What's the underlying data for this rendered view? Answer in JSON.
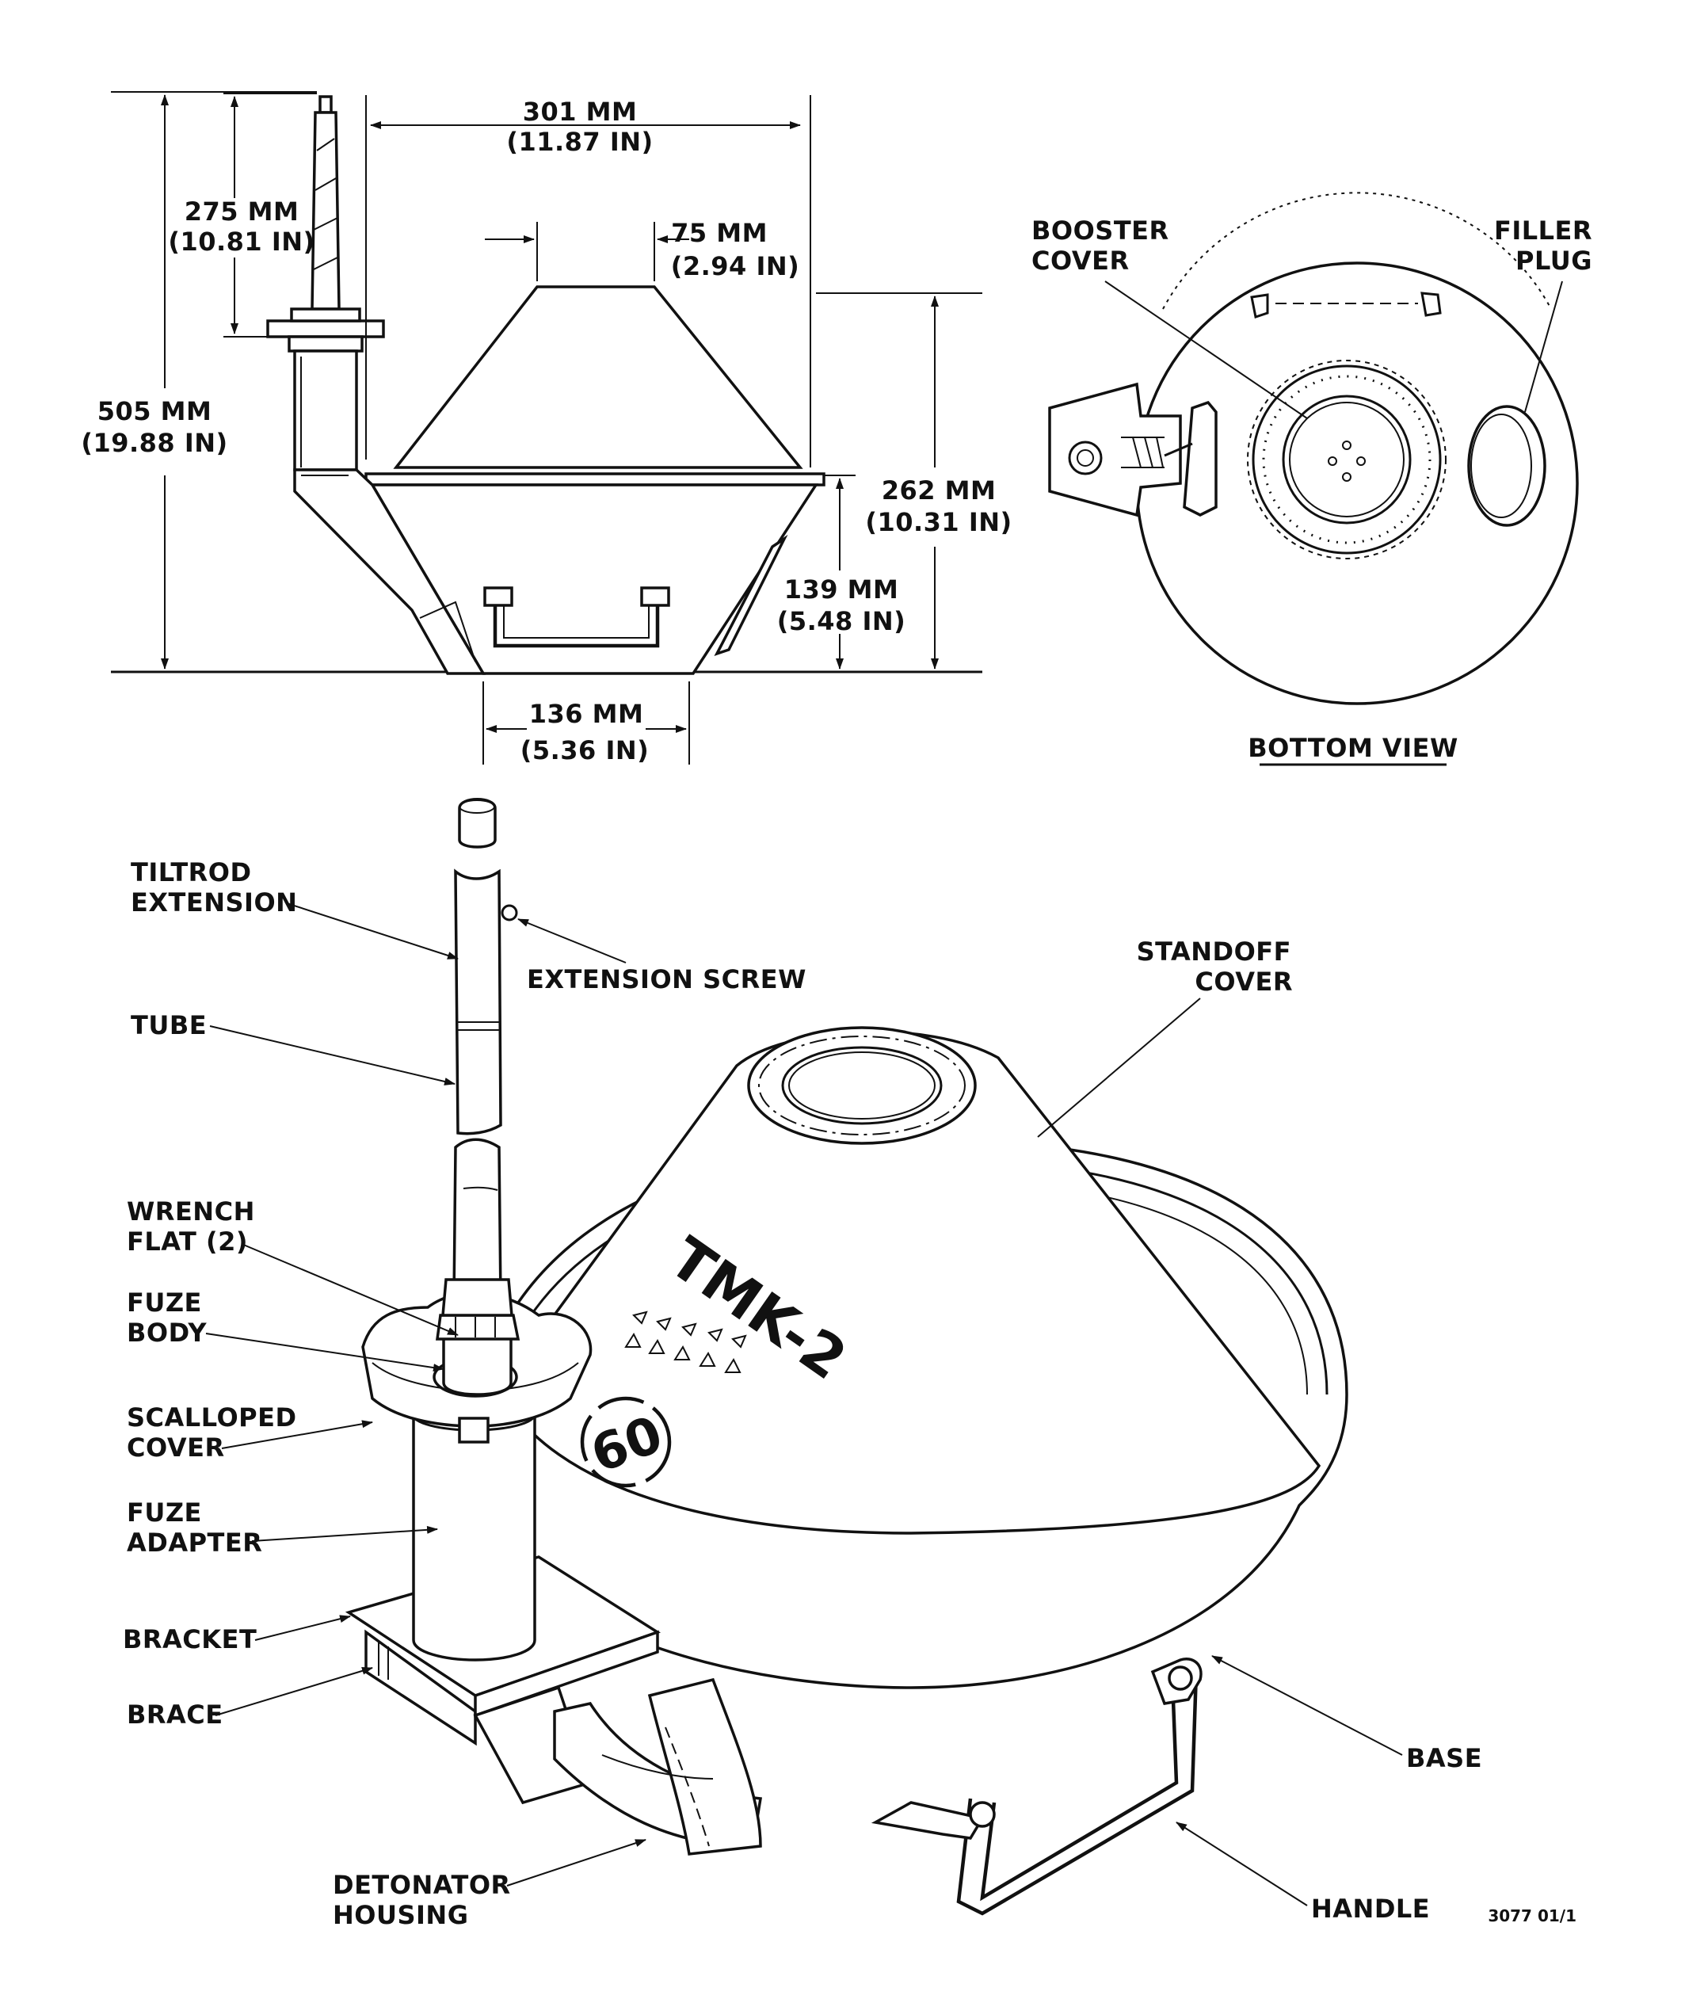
{
  "side_view": {
    "dim_overall_width": {
      "mm": "301 MM",
      "in": "(11.87 IN)"
    },
    "dim_tiltrod": {
      "mm": "275 MM",
      "in": "(10.81 IN)"
    },
    "dim_cone_top": {
      "mm": "75 MM",
      "in": "(2.94  IN)"
    },
    "dim_overall_height": {
      "mm": "505 MM",
      "in": "(19.88 IN)"
    },
    "dim_body_height": {
      "mm": "262 MM",
      "in": "(10.31 IN)"
    },
    "dim_base_height": {
      "mm": "139 MM",
      "in": "(5.48 IN)"
    },
    "dim_base_width": {
      "mm": "136 MM",
      "in": "(5.36 IN)"
    }
  },
  "bottom_view": {
    "title": "BOTTOM VIEW",
    "booster_cover": [
      "BOOSTER",
      "COVER"
    ],
    "filler_plug": [
      "FILLER",
      "PLUG"
    ]
  },
  "exploded_view": {
    "tiltrod_extension": [
      "TILTROD",
      "EXTENSION"
    ],
    "extension_screw": "EXTENSION SCREW",
    "tube": "TUBE",
    "standoff_cover": [
      "STANDOFF",
      "COVER"
    ],
    "wrench_flat": [
      "WRENCH",
      "FLAT (2)"
    ],
    "fuze_body": [
      "FUZE",
      "BODY"
    ],
    "scalloped_cover": [
      "SCALLOPED",
      "COVER"
    ],
    "fuze_adapter": [
      "FUZE",
      "ADAPTER"
    ],
    "bracket": "BRACKET",
    "brace": "BRACE",
    "base": "BASE",
    "detonator_housing": [
      "DETONATOR",
      "HOUSING"
    ],
    "handle": "HANDLE",
    "stencil_model": "TMK-2",
    "stencil_number": "60"
  },
  "figure_id": "3077 01/1"
}
